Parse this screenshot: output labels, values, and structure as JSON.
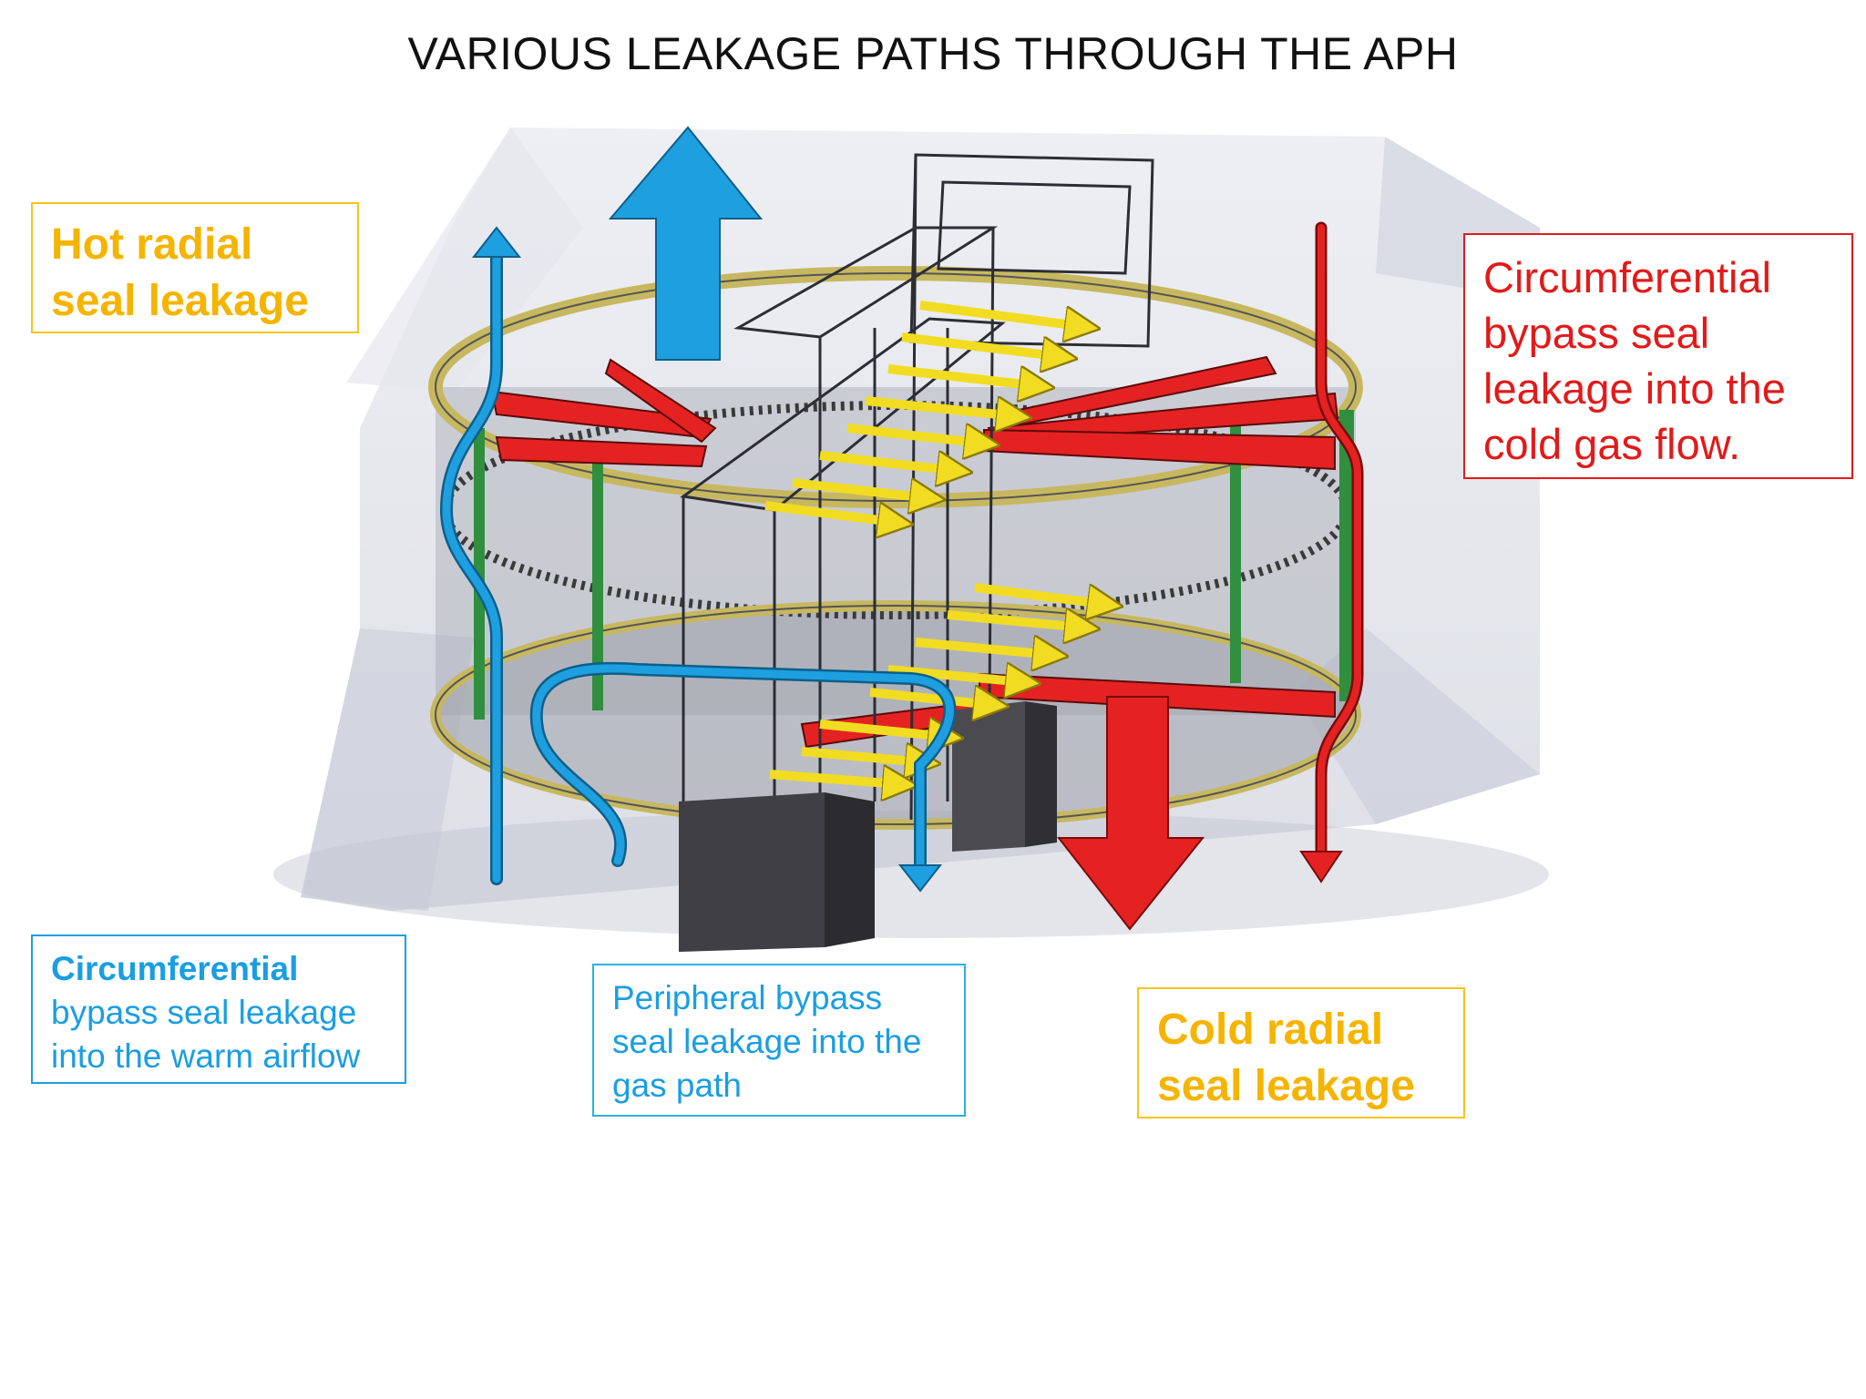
{
  "title": "VARIOUS LEAKAGE PATHS THROUGH THE APH",
  "labels": {
    "hot_radial": {
      "lines": [
        "Hot radial",
        "seal leakage"
      ],
      "color": "#f5b400"
    },
    "circ_cold_gas": {
      "lines": [
        "Circumferential",
        "bypass seal",
        "leakage into the",
        "cold gas flow."
      ],
      "color": "#e21a1a"
    },
    "circ_warm_air": {
      "lines": [
        "Circumferential",
        "bypass seal leakage",
        "into the warm airflow"
      ],
      "color": "#1a9ee2"
    },
    "peripheral": {
      "lines": [
        "Peripheral bypass",
        "seal leakage into the",
        "gas path"
      ],
      "color": "#1a9ee2"
    },
    "cold_radial": {
      "lines": [
        "Cold radial",
        "seal leakage"
      ],
      "color": "#f5b400"
    }
  },
  "colors": {
    "air_flow": "#1e9fe0",
    "gas_flow": "#e42222",
    "radial_leak": "#f2dc21",
    "casing": "#c9ccd8",
    "structure": "#3a3a3a",
    "support": "#2f8f3e"
  }
}
